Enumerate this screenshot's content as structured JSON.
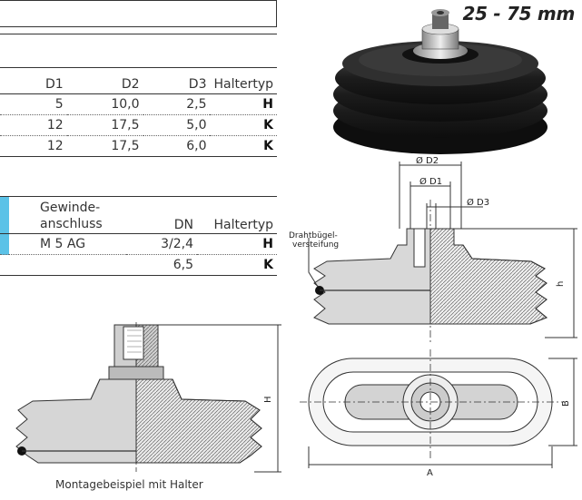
{
  "header": {
    "title": "25 - 75 mm"
  },
  "table1": {
    "columns": [
      "D1",
      "D2",
      "D3",
      "Haltertyp"
    ],
    "rows": [
      {
        "d1": "5",
        "d2": "10,0",
        "d3": "2,5",
        "typ": "H"
      },
      {
        "d1": "12",
        "d2": "17,5",
        "d3": "5,0",
        "typ": "K"
      },
      {
        "d1": "12",
        "d2": "17,5",
        "d3": "6,0",
        "typ": "K"
      }
    ]
  },
  "table2": {
    "columns": {
      "gewinde_line1": "Gewinde-",
      "gewinde_line2": "anschluss",
      "dn": "DN",
      "typ": "Haltertyp"
    },
    "rows": [
      {
        "gewinde": "M 5 AG",
        "dn": "3/2,4",
        "typ": "H"
      },
      {
        "gewinde": "",
        "dn": "6,5",
        "typ": "K"
      }
    ]
  },
  "drawing": {
    "labels": {
      "d2": "Ø D2",
      "d1": "Ø D1",
      "d3": "Ø D3",
      "h_small": "h",
      "h_big": "H",
      "a": "A",
      "b": "B",
      "note_line1": "Drahtbügel-",
      "note_line2": "versteifung"
    },
    "caption": "Montagebeispiel mit Halter"
  }
}
